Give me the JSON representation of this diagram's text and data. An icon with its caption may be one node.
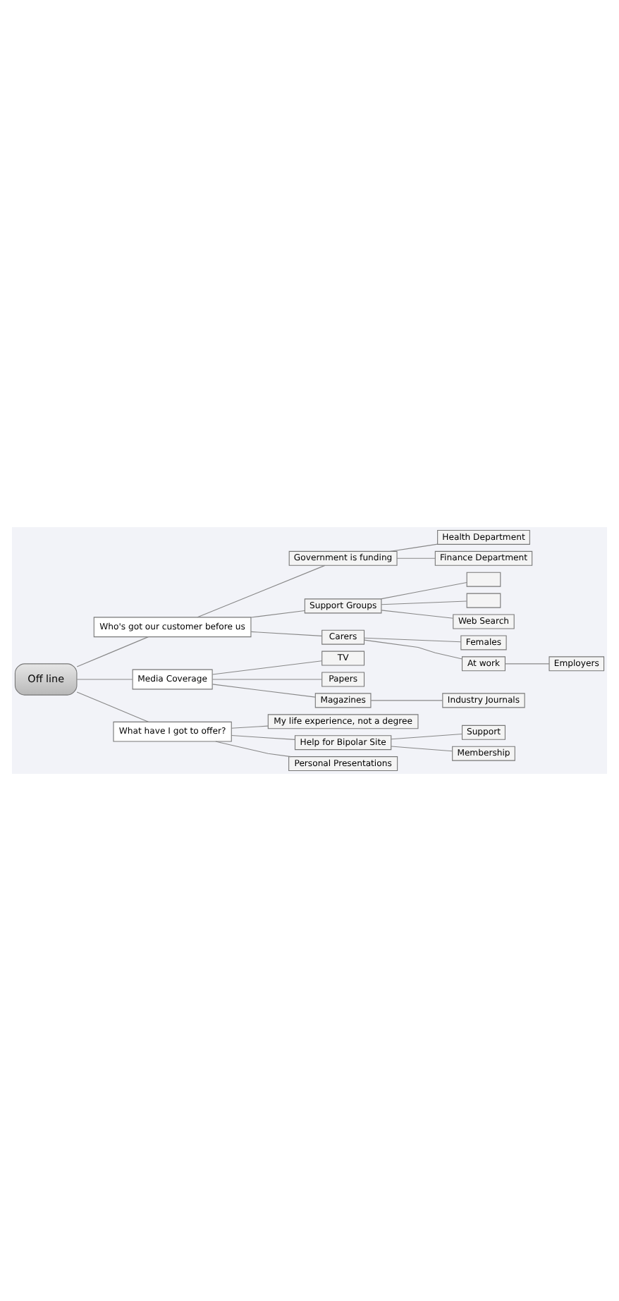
{
  "diagram": {
    "nodes": [
      {
        "text": [
          "Off line"
        ]
      },
      {
        "text": [
          "Who's got our customer before us"
        ]
      },
      {
        "text": [
          "Government is funding"
        ]
      },
      {
        "text": [
          "Health Department"
        ]
      },
      {
        "text": [
          "Finance Department"
        ]
      },
      {
        "text": [
          "Support Groups"
        ]
      },
      {
        "text": [],
        "shape": "box"
      },
      {
        "text": [],
        "shape": "box"
      },
      {
        "text": [
          "Web Search"
        ]
      },
      {
        "text": [
          "Carers"
        ]
      },
      {
        "text": [
          "Females"
        ]
      },
      {
        "text": [
          "At work"
        ]
      },
      {
        "text": [
          "Employers"
        ]
      },
      {
        "text": [
          "Media Coverage"
        ]
      },
      {
        "text": [
          "TV"
        ]
      },
      {
        "text": [
          "Papers"
        ]
      },
      {
        "text": [
          "Magazines"
        ]
      },
      {
        "text": [
          "Industry Journals"
        ]
      },
      {
        "text": [
          "What have I got to offer?"
        ]
      },
      {
        "text": [
          "My life experience, not a degree"
        ]
      },
      {
        "text": [
          "Help for Bipolar Site"
        ]
      },
      {
        "text": [
          "Support"
        ]
      },
      {
        "text": [
          "Membership"
        ]
      },
      {
        "text": [
          "Personal Presentations"
        ]
      }
    ],
    "edges": [
      {
        "from": 0,
        "to": 1,
        "arrow": "none"
      },
      {
        "from": 1,
        "to": 2,
        "arrow": "none"
      },
      {
        "from": 2,
        "to": 3,
        "arrow": "none"
      },
      {
        "from": 2,
        "to": 4,
        "arrow": "none"
      },
      {
        "from": 1,
        "to": 5,
        "arrow": "none"
      },
      {
        "from": 5,
        "to": 6,
        "arrow": "none"
      },
      {
        "from": 5,
        "to": 7,
        "arrow": "none"
      },
      {
        "from": 5,
        "to": 8,
        "arrow": "none"
      },
      {
        "from": 1,
        "to": 9,
        "arrow": "none"
      },
      {
        "from": 9,
        "to": 10,
        "arrow": "none"
      },
      {
        "from": 9,
        "to": 11,
        "arrow": "none"
      },
      {
        "from": 11,
        "to": 12,
        "arrow": "none"
      },
      {
        "from": 0,
        "to": 13,
        "arrow": "none"
      },
      {
        "from": 13,
        "to": 14,
        "arrow": "none"
      },
      {
        "from": 13,
        "to": 15,
        "arrow": "none"
      },
      {
        "from": 13,
        "to": 16,
        "arrow": "none"
      },
      {
        "from": 16,
        "to": 17,
        "arrow": "none"
      },
      {
        "from": 0,
        "to": 18,
        "arrow": "none"
      },
      {
        "from": 18,
        "to": 19,
        "arrow": "none"
      },
      {
        "from": 18,
        "to": 20,
        "arrow": "none"
      },
      {
        "from": 20,
        "to": 21,
        "arrow": "none"
      },
      {
        "from": 20,
        "to": 22,
        "arrow": "none"
      },
      {
        "from": 18,
        "to": 23,
        "arrow": "none"
      }
    ]
  }
}
